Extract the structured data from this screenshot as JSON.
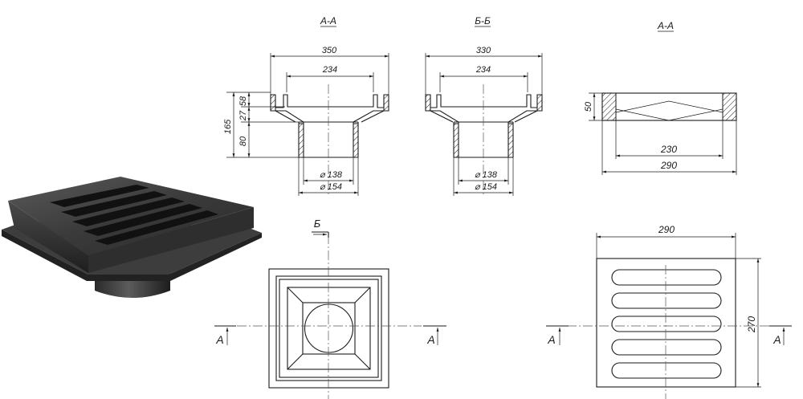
{
  "section_titles": {
    "left": "А-А",
    "middle": "Б-Б",
    "right": "А-А"
  },
  "left_section": {
    "dim_width": "350",
    "dim_inner": "234",
    "dim_total_height": "165",
    "dim_flange": "58",
    "dim_step": "27",
    "dim_pipe": "80",
    "dim_pipe_inner": "⌀ 138",
    "dim_pipe_outer": "⌀ 154"
  },
  "middle_section": {
    "dim_width": "330",
    "dim_inner": "234",
    "dim_pipe_inner": "⌀ 138",
    "dim_pipe_outer": "⌀ 154"
  },
  "grate_section": {
    "dim_height": "50",
    "dim_inner": "230",
    "dim_outer": "290"
  },
  "plan_view": {
    "mark_b": "Б",
    "mark_a_left": "А",
    "mark_a_right": "А"
  },
  "grate_plan": {
    "dim_width": "290",
    "dim_height": "270",
    "mark_a_left": "А",
    "mark_a_right": "А",
    "slot_count": 5
  }
}
